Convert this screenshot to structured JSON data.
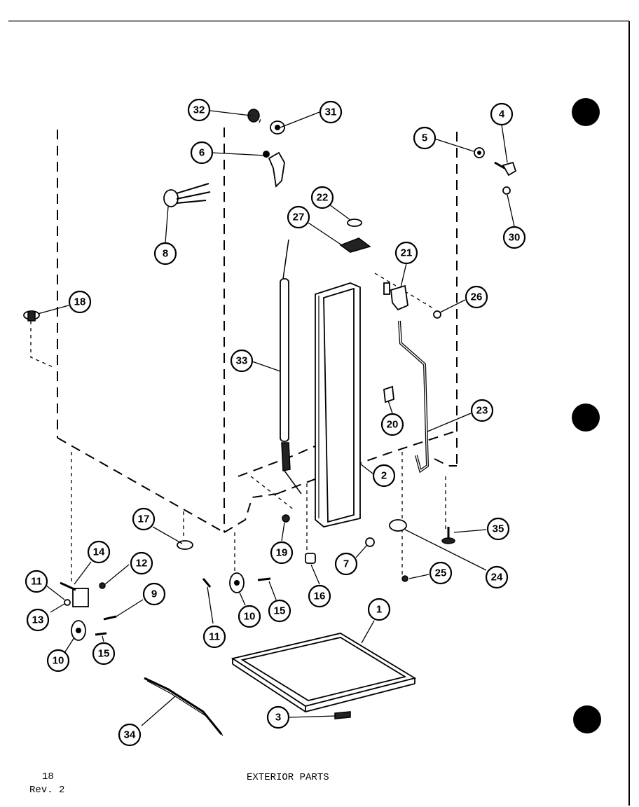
{
  "footer": {
    "page_number": "18",
    "revision": "Rev. 2",
    "title": "EXTERIOR PARTS"
  },
  "callouts": [
    "32",
    "31",
    "6",
    "4",
    "5",
    "30",
    "8",
    "22",
    "27",
    "21",
    "26",
    "18",
    "33",
    "23",
    "20",
    "2",
    "17",
    "19",
    "7",
    "16",
    "35",
    "24",
    "25",
    "14",
    "12",
    "11",
    "13",
    "9",
    "10",
    "15",
    "11",
    "10",
    "15",
    "1",
    "3",
    "34"
  ]
}
